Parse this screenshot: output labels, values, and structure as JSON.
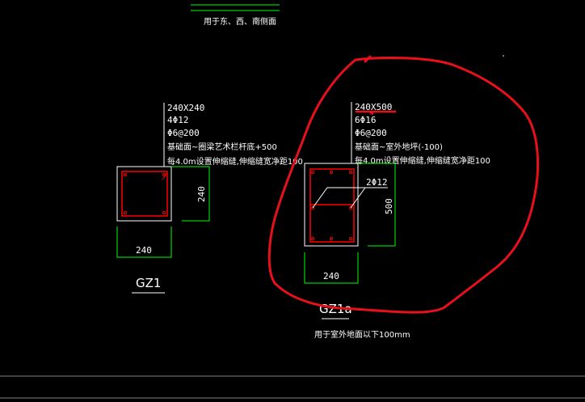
{
  "header_note": "用于东、西、南侧面",
  "gz1": {
    "lines": [
      "240X240",
      "4Φ12",
      "Φ6@200",
      "基础面~圈梁艺术栏杆底+500",
      "每4.0m设置伸缩缝,伸缩缝宽净距100"
    ],
    "dim_vertical": "240",
    "dim_horizontal": "240",
    "label": "GZ1"
  },
  "gz1a": {
    "lines": [
      "240X500",
      "6Φ16",
      "Φ6@200",
      "基础面~室外地坪(-100)",
      "每4.0m设置伸缩缝,伸缩缝宽净距100"
    ],
    "middle_bars": "2Φ12",
    "dim_vertical": "500",
    "dim_horizontal": "240",
    "label": "GZ1a",
    "note": "用于室外地面以下100mm"
  },
  "colors": {
    "background": "#000000",
    "dimension": "#00ff00",
    "rebar": "#ff0000",
    "markup": "#e8101a",
    "line": "#ffffff"
  }
}
